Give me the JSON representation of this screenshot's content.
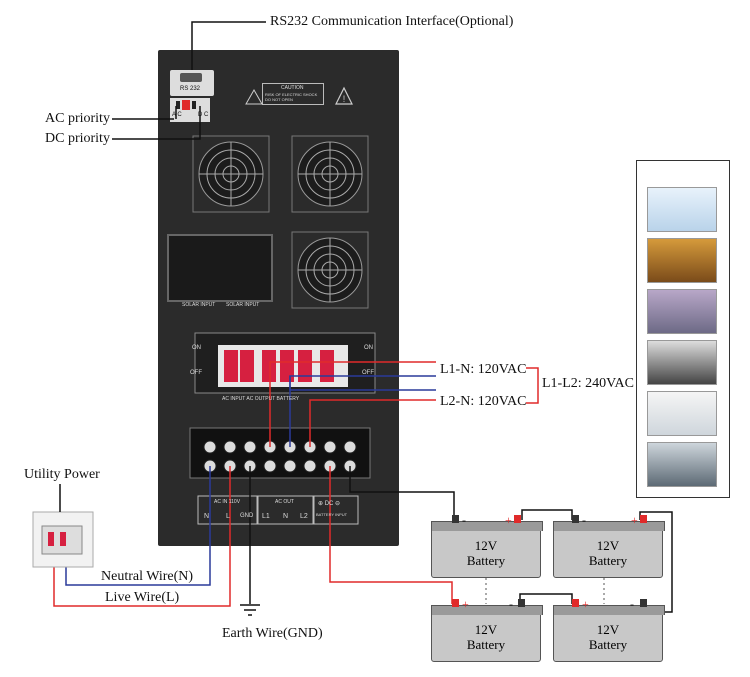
{
  "labels": {
    "rs232": "RS232 Communication Interface(Optional)",
    "ac_priority": "AC priority",
    "dc_priority": "DC priority",
    "l1n": "L1-N: 120VAC",
    "l2n": "L2-N: 120VAC",
    "l1l2": "L1-L2: 240VAC",
    "utility": "Utility Power",
    "neutral": "Neutral Wire(N)",
    "live": "Live Wire(L)",
    "earth": "Earth Wire(GND)"
  },
  "panel": {
    "rs232_port": "RS 232",
    "switch_ac": "A C",
    "switch_dc": "D C",
    "caution_title": "CAUTION",
    "caution_text": "RISK OF ELECTRIC SHOCK DO NOT OPEN",
    "solar_left": "SOLAR INPUT",
    "solar_right": "SOLAR INPUT",
    "breaker_on_left": "ON",
    "breaker_off_left": "OFF",
    "breaker_on_right": "ON",
    "breaker_off_right": "OFF",
    "breaker_caption": "AC INPUT   AC OUTPUT   BATTERY",
    "ac_in_title": "AC IN 110V",
    "ac_in_n": "N",
    "ac_in_l": "L",
    "ac_in_gnd": "GND",
    "ac_out_title": "AC OUT",
    "ac_out_l1": "L1",
    "ac_out_n": "N",
    "ac_out_l2": "L2",
    "dc_title": "⊕ DC ⊖",
    "dc_sub": "BATTERY INPUT"
  },
  "batteries": [
    {
      "label": "12V",
      "label2": "Battery"
    },
    {
      "label": "12V",
      "label2": "Battery"
    },
    {
      "label": "12V",
      "label2": "Battery"
    },
    {
      "label": "12V",
      "label2": "Battery"
    }
  ],
  "polarity": {
    "plus": "+",
    "minus": "-"
  },
  "colors": {
    "red_wire": "#e02a2a",
    "blue_wire": "#2a3a9a",
    "black_wire": "#111111",
    "panel": "#2b2b2b"
  }
}
